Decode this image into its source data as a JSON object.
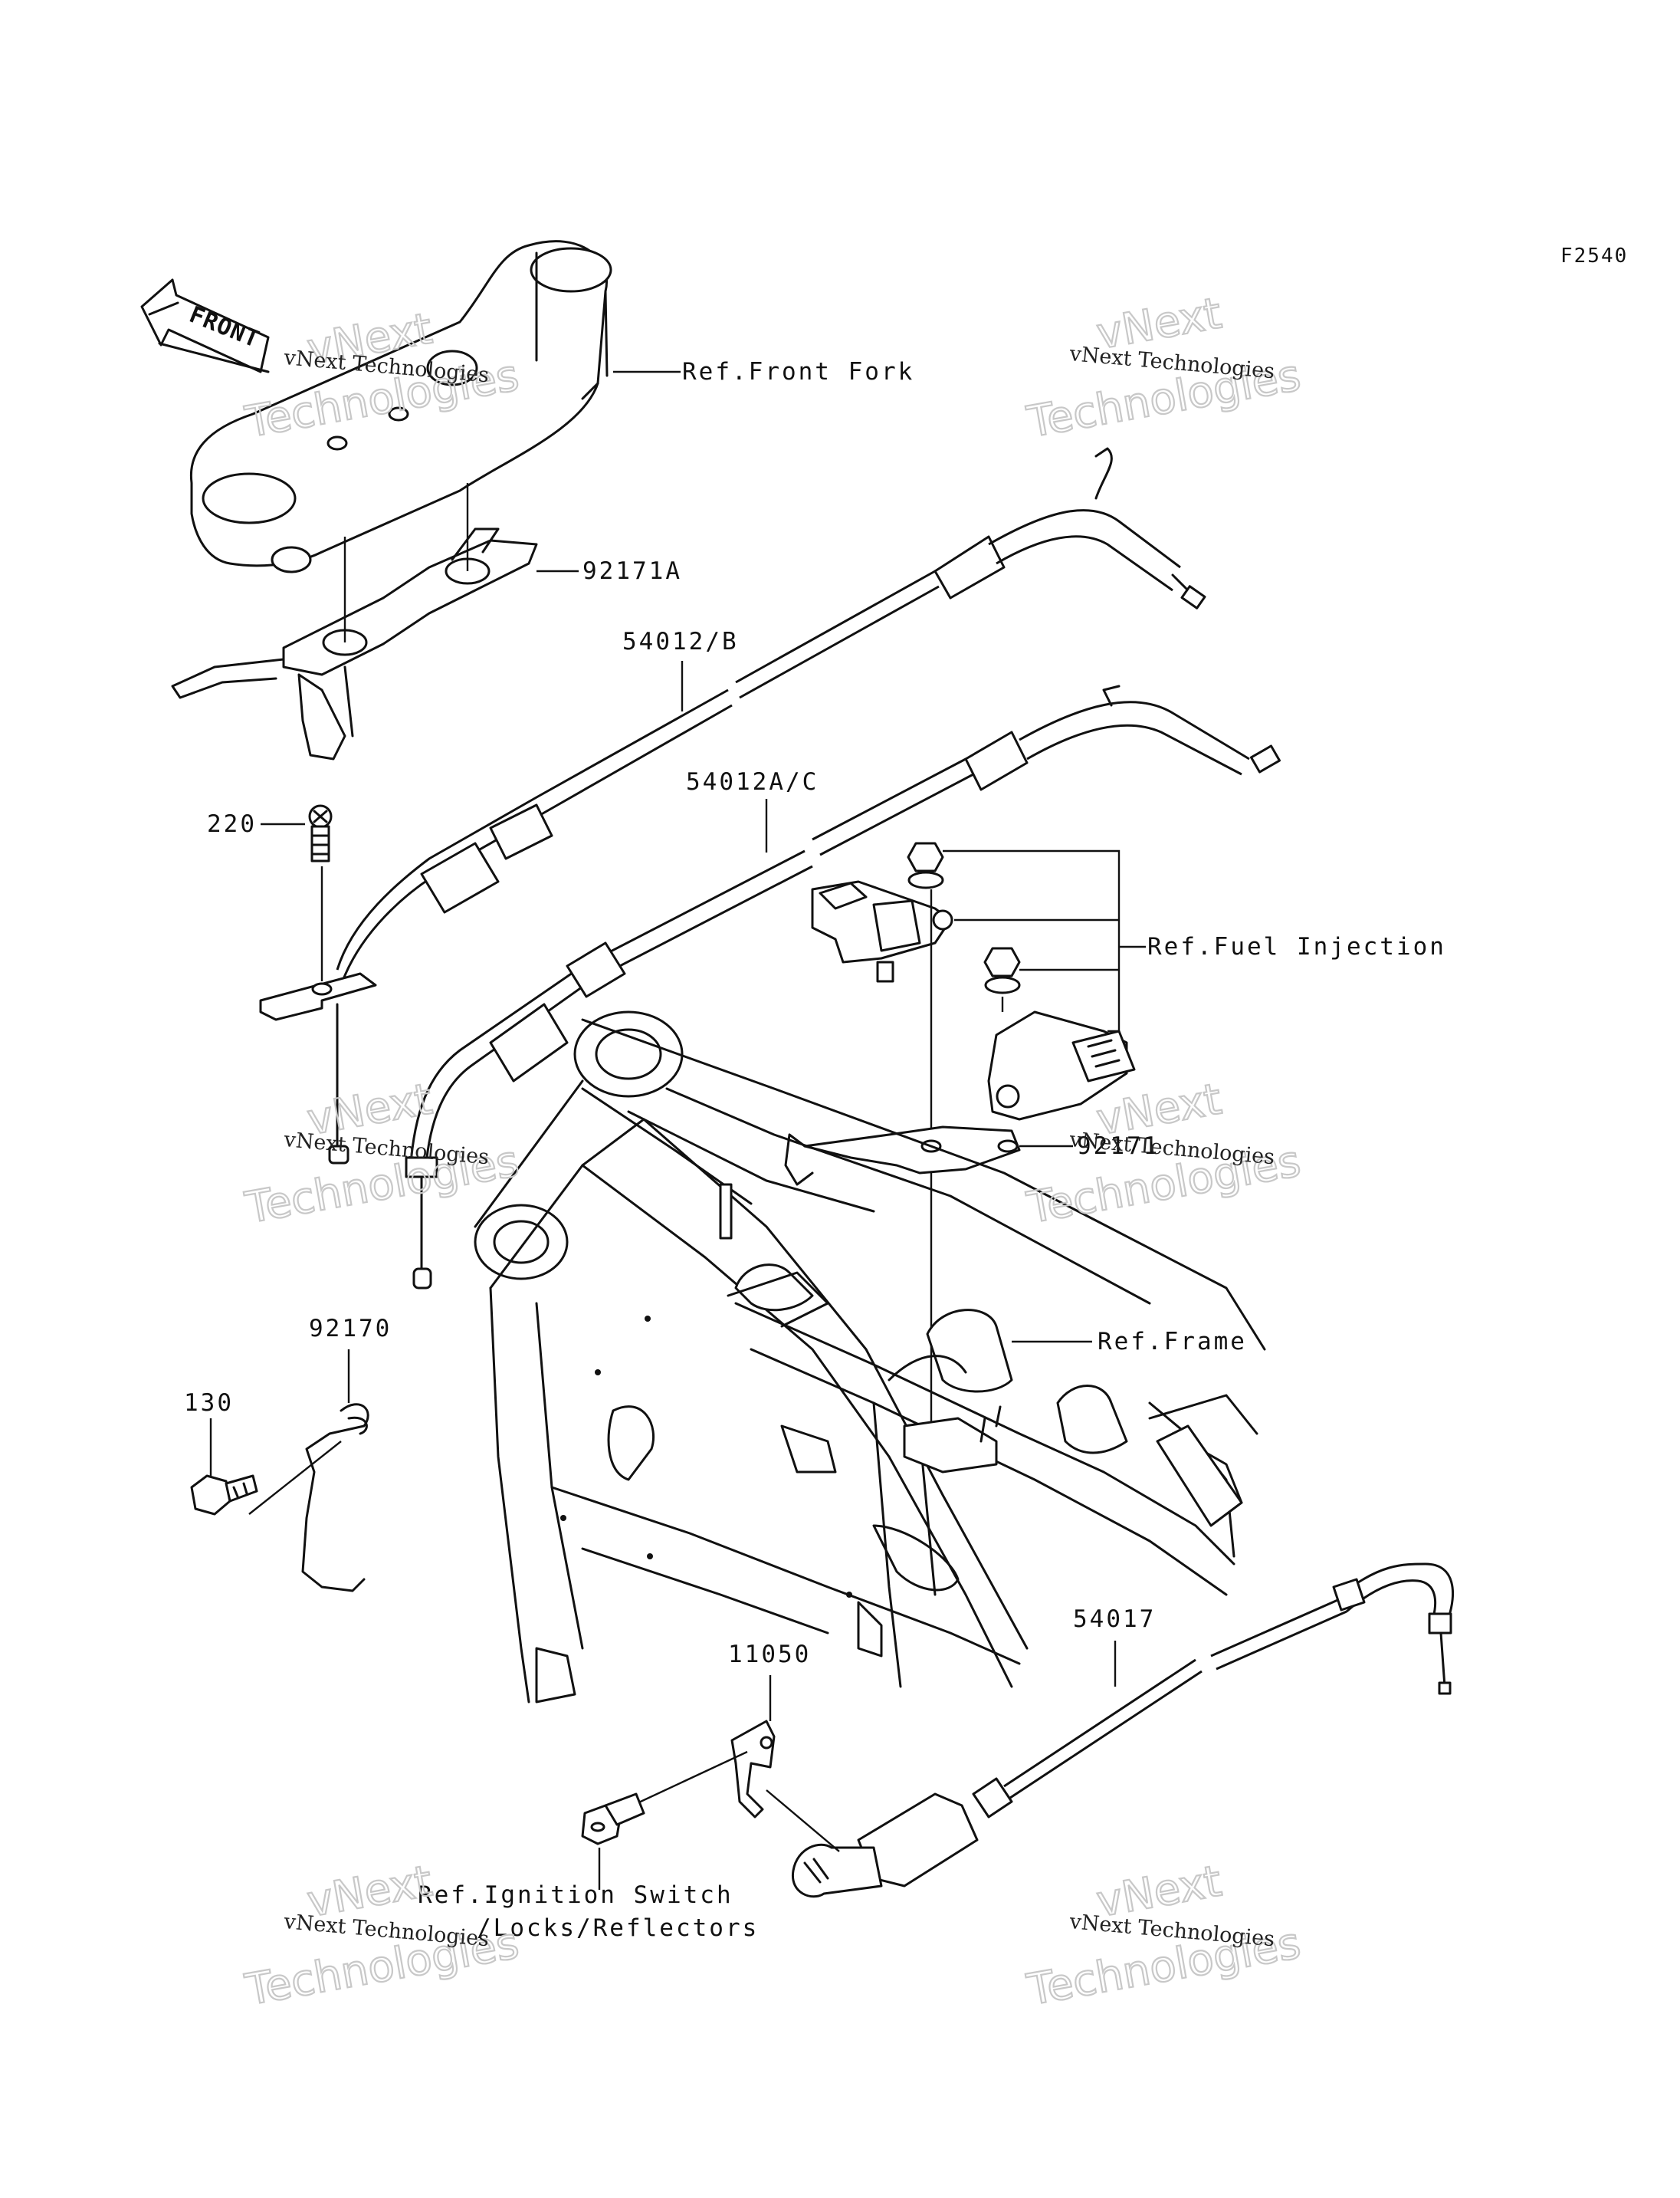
{
  "figure_code": "F2540",
  "front_arrow_label": "FRONT",
  "watermark": {
    "line1": "vNext Technologies",
    "line2": "vNext",
    "line3": "Technologies"
  },
  "labels": {
    "ref_front_fork": "Ref.Front Fork",
    "part_92171A": "92171A",
    "part_54012B": "54012/B",
    "part_54012AC": "54012A/C",
    "part_220": "220",
    "ref_fuel_injection": "Ref.Fuel Injection",
    "part_92171": "92171",
    "part_92170": "92170",
    "part_130": "130",
    "ref_frame": "Ref.Frame",
    "part_11050": "11050",
    "part_54017": "54017",
    "ref_ignition_line1": "Ref.Ignition Switch",
    "ref_ignition_line2": "/Locks/Reflectors"
  }
}
